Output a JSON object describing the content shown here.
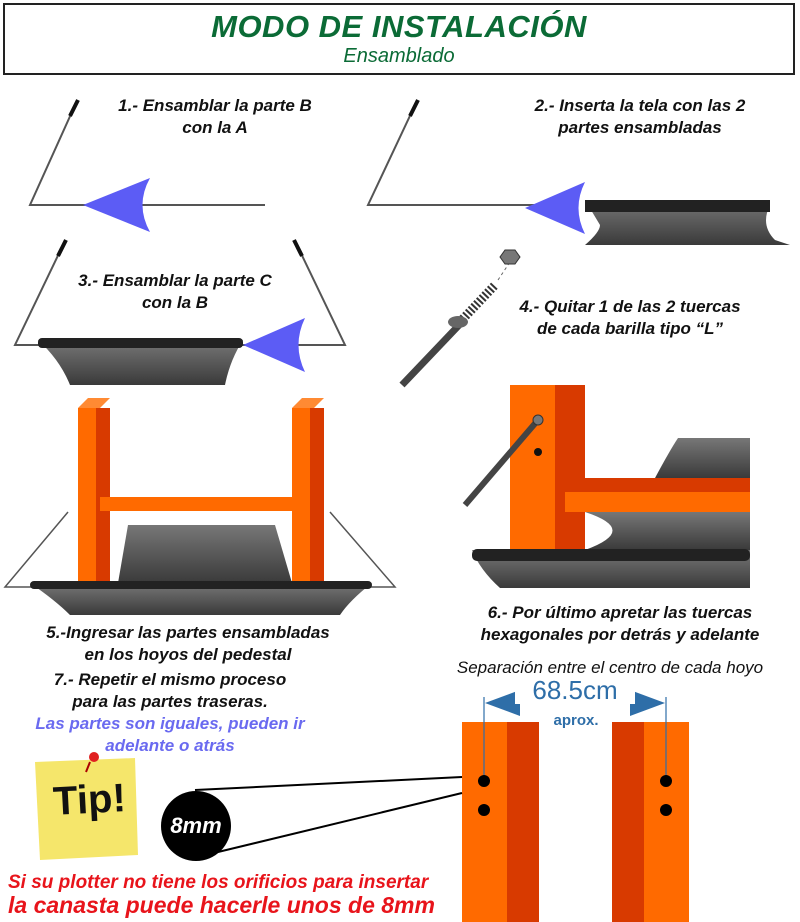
{
  "header": {
    "title": "MODO DE INSTALACIÓN",
    "subtitle": "Ensamblado"
  },
  "steps": [
    {
      "line1": "1.- Ensamblar la parte B",
      "line2": "con la A"
    },
    {
      "line1": "2.- Inserta la tela con las 2",
      "line2": "partes ensambladas"
    },
    {
      "line1": "3.- Ensamblar la parte C",
      "line2": "con la B"
    },
    {
      "line1": "4.- Quitar 1 de las 2 tuercas",
      "line2": "de cada barilla tipo “L”"
    },
    {
      "line1": "5.-Ingresar las partes ensambladas",
      "line2": "en los hoyos del pedestal"
    },
    {
      "line1": "6.- Por último apretar las tuercas",
      "line2": "hexagonales por detrás y adelante"
    },
    {
      "line1": "7.- Repetir el mismo proceso",
      "line2": "para las partes traseras."
    }
  ],
  "note": {
    "line1": "Las partes son iguales, pueden ir",
    "line2": "adelante o atrás"
  },
  "measurement": {
    "caption": "Separación entre el centro de cada hoyo",
    "value": "68.5cm",
    "qualifier": "aprox."
  },
  "tip": {
    "label": "Tip!",
    "hole_size": "8mm",
    "line1": "Si su plotter no tiene los orificios para insertar",
    "line2": "la canasta puede hacerle unos de 8mm"
  },
  "colors": {
    "title": "#0b6b36",
    "arrow": "#5c5cf5",
    "orange": "#ff6a00",
    "dark_orange": "#d83a00",
    "basket": "#5a5a5a",
    "tip_text": "#e8141b",
    "measure": "#2e6ea8"
  }
}
